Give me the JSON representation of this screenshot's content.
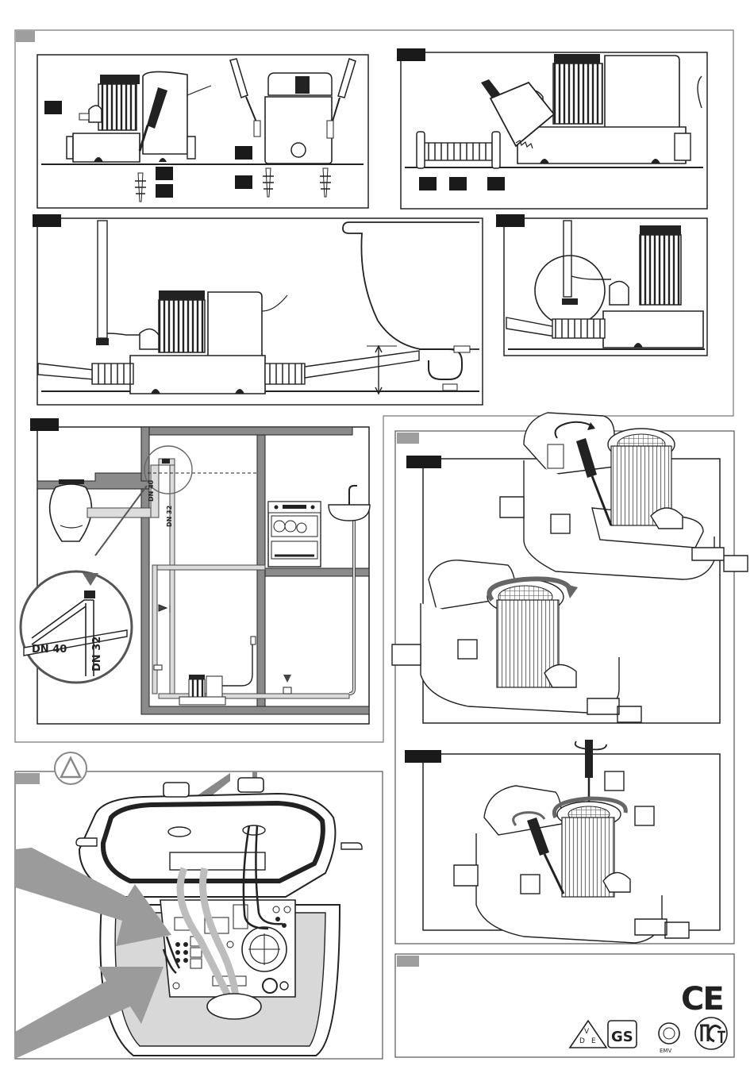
{
  "labels": {
    "dn40_small": "DN 40",
    "dn32_small": "DN 32",
    "dn40_large": "DN 40",
    "dn32_large": "DN 32"
  },
  "marks": {
    "ce": "CE",
    "vde_letters": [
      "V",
      "D",
      "E"
    ],
    "gs": "GS",
    "emv": "EMV"
  },
  "icons": {
    "warning": "triangle-warning-icon",
    "screwdriver": "screwdriver-icon",
    "rotate": "rotate-arrow-icon",
    "dowel": "wall-plug-icon",
    "hose_clamp": "hose-clamp-icon"
  },
  "colors": {
    "tag_fill": "#1a1a1a",
    "gray_tag": "#9e9e9e",
    "arrow_gray": "#9b9b9b",
    "pipe_gray": "#dcdcdc",
    "line": "#222222"
  }
}
